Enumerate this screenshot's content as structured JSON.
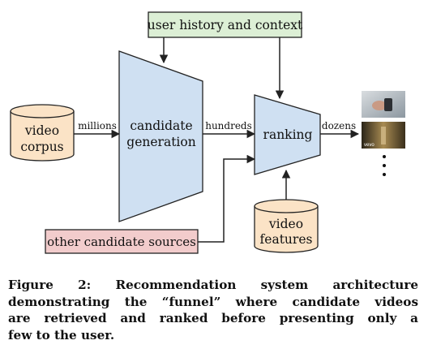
{
  "diagram": {
    "context_label": "user history and context",
    "corpus_label_line1": "video",
    "corpus_label_line2": "corpus",
    "generation_label_line1": "candidate",
    "generation_label_line2": "generation",
    "ranking_label": "ranking",
    "features_label_line1": "video",
    "features_label_line2": "features",
    "other_sources_label": "other candidate sources",
    "edge_millions": "millions",
    "edge_hundreds": "hundreds",
    "edge_dozens": "dozens",
    "thumbnail_overlay_text": "vevo",
    "colors": {
      "cylinder_fill": "#fbe3c6",
      "trapezoid_fill": "#cfe0f2",
      "context_fill": "#dcefd5",
      "sources_fill": "#f2cccc",
      "stroke": "#222222"
    }
  },
  "caption": {
    "line1": "Figure 2: Recommendation system architecture",
    "line2": "demonstrating the “funnel” where candidate videos",
    "line3": "are retrieved and ranked before presenting only a",
    "line4": "few to the user."
  }
}
